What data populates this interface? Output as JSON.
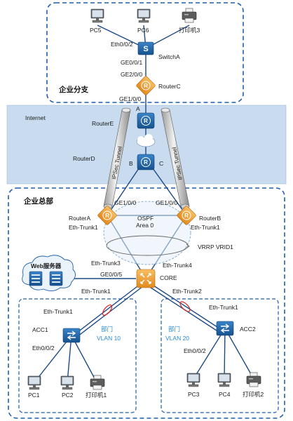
{
  "branch": {
    "title": "企业分支",
    "pc5": "PC5",
    "pc6": "PC6",
    "printer3": "打印机3",
    "switch": "SwitchA",
    "port_eth002": "Eth0/0/2",
    "port_ge001": "GE0/0/1",
    "port_ge200": "GE2/0/0",
    "router": "RouterC",
    "port_ge100": "GE1/0/0"
  },
  "internet": {
    "title": "Internet",
    "router_e": "RouterE",
    "router_d": "RouterD",
    "port_a": "A",
    "port_b": "B",
    "port_c": "C",
    "tunnel_left": "IPSec Tunnel",
    "tunnel_right": "IPSec Tunnel"
  },
  "hq": {
    "title": "企业总部",
    "router_a": "RouterA",
    "router_b": "RouterB",
    "ra_ge": "GE1/0/0",
    "rb_ge": "GE1/0/0",
    "ra_trunk": "Eth-Trunk1",
    "rb_trunk": "Eth-Trunk1",
    "ospf": "OSPF",
    "area": "Area 0",
    "vrrp": "VRRP VRID1",
    "web_server": "Web服务器",
    "trunk3": "Eth-Trunk3",
    "trunk4": "Eth-Trunk4",
    "core_ge": "GE0/0/5",
    "core": "CORE",
    "core_trunk1": "Eth-Trunk1",
    "core_trunk2": "Eth-Trunk2"
  },
  "dept_left": {
    "trunk": "Eth-Trunk1",
    "switch": "ACC1",
    "port": "Eth0/0/2",
    "dept": "部门",
    "vlan": "VLAN 10",
    "pc1": "PC1",
    "pc2": "PC2",
    "printer1": "打印机1"
  },
  "dept_right": {
    "trunk": "Eth-Trunk1",
    "switch": "ACC2",
    "port": "Eth0/0/2",
    "dept": "部门",
    "vlan": "VLAN 20",
    "pc3": "PC3",
    "pc4": "PC4",
    "printer2": "打印机2"
  },
  "colors": {
    "router_orange": "#f3a23a",
    "router_blue": "#1f64a8",
    "internet_band": "#c9dcef",
    "dashed_border": "#1f5fae",
    "vlan_text": "#2a8ad8"
  }
}
